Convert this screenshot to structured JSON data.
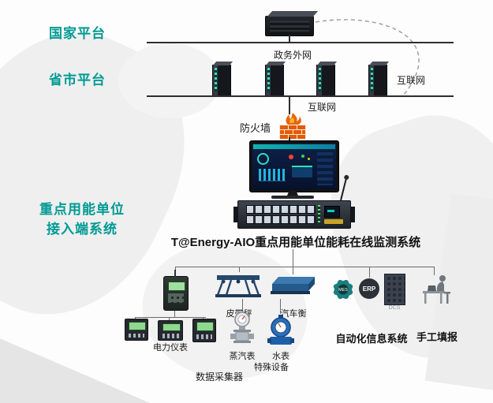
{
  "platforms": {
    "national": "国家平台",
    "provincial": "省市平台",
    "access_line1": "重点用能单位",
    "access_line2": "接入端系统"
  },
  "network": {
    "gov_extranet": "政务外网",
    "internet_right": "互联网",
    "internet_center": "互联网",
    "firewall": "防火墙"
  },
  "system": {
    "title": "T@Energy-AIO重点用能单位能耗在线监测系统"
  },
  "terminals": {
    "data_collector": "数据采集器",
    "power_meter": "电力仪表",
    "belt_scale": "皮带秤",
    "truck_scale": "汽车衡",
    "steam_meter": "蒸汽表",
    "water_meter": "水表",
    "special_equipment": "特殊设备",
    "automation_system": "自动化信息系统",
    "manual_entry": "手工填报"
  },
  "automation_icons": {
    "mes": "MES",
    "erp": "ERP",
    "dcs": "DCS"
  },
  "colors": {
    "teal_accent": "#009a94",
    "firewall_brick": "#e35b05",
    "line": "#2e2e2e"
  }
}
